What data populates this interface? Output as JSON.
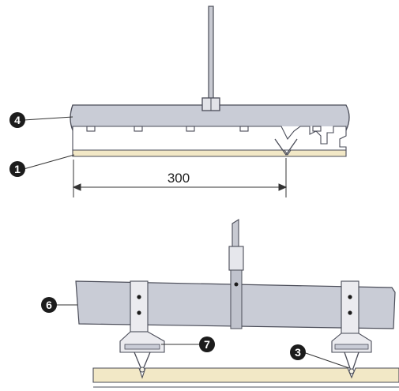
{
  "colors": {
    "carrier": "#c9ccd6",
    "carrier_stroke": "#4a4c58",
    "panel": "#f2e8c6",
    "bracket": "#e9e9ee",
    "callout": "#1c1c1c",
    "line": "#333333"
  },
  "top_view": {
    "callouts": [
      {
        "id": "4",
        "label": "4"
      },
      {
        "id": "1",
        "label": "1"
      }
    ],
    "dimension": {
      "value": "300"
    }
  },
  "bottom_view": {
    "callouts": [
      {
        "id": "6",
        "label": "6"
      },
      {
        "id": "7",
        "label": "7"
      },
      {
        "id": "3",
        "label": "3"
      }
    ]
  }
}
